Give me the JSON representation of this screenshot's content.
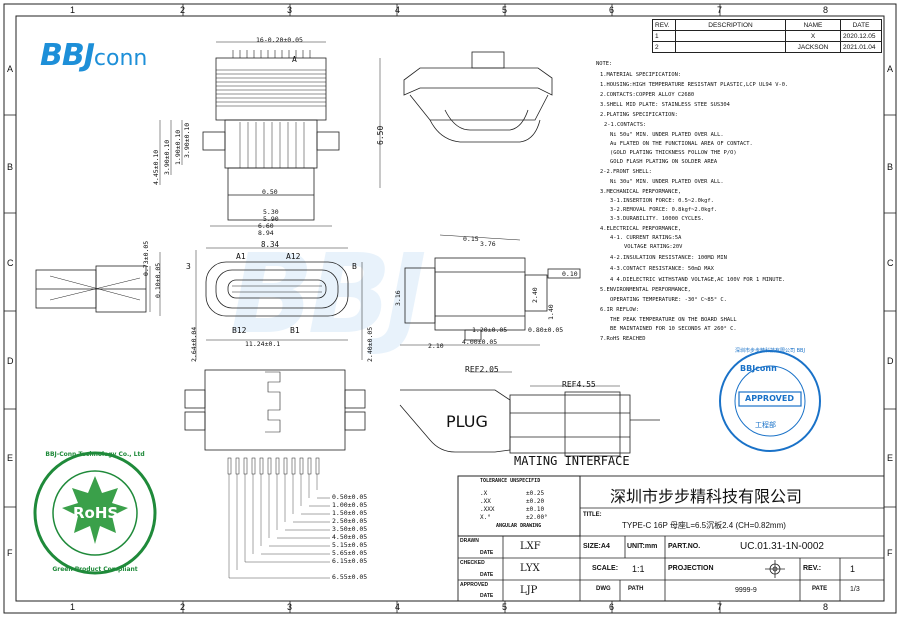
{
  "logo": {
    "bbj": "BBJ",
    "conn": "conn"
  },
  "zone_cols": [
    "1",
    "2",
    "3",
    "4",
    "5",
    "6",
    "7",
    "8"
  ],
  "zone_rows": [
    "A",
    "B",
    "C",
    "D",
    "E",
    "F"
  ],
  "rev_table": {
    "headers": [
      "REV.",
      "DESCRIPTION",
      "NAME",
      "DATE"
    ],
    "rows": [
      [
        "1",
        "",
        "X",
        "2020.12.05"
      ],
      [
        "2",
        "",
        "JACKSON",
        "2021.01.04"
      ]
    ]
  },
  "notes": [
    "NOTE:",
    "1.MATERIAL SPECIFICATION:",
    "1.HOUSING:HIGH TEMPERATURE RESISTANT PLASTIC,LCP UL94 V-0.",
    "2.CONTACTS:COPPER ALLOY C2680",
    "3.SHELL MID PLATE: STAINLESS STEE SUS304",
    "2.PLATING SPECIFICATION:",
    "2-1.CONTACTS:",
    "Ni 50u\" MIN. UNDER PLATED OVER ALL.",
    "Au FLATED ON THE FUNCTIONAL AREA OF CONTACT.",
    "(GOLD PLATING THICKNESS FOLLOW THE P/O)",
    "GOLD FLASH PLATING ON SOLDER AREA",
    "2-2.FRONT SHELL:",
    "Ni 30u\" MIN. UNDER PLATED OVER ALL.",
    "3.MECHANICAL PERFORMANCE,",
    "3-1.INSERTION FORCE: 0.5~2.0kgf.",
    "3-2.REMOVAL FORCE: 0.8kgf~2.0kgf.",
    "3-3.DURABILITY. 10000 CYCLES.",
    "4.ELECTRICAL PERFORMANCE,",
    "4-1. CURRENT RATING:5A",
    "VOLTAGE RATING:20V",
    "4-2.INSULATION RESISTANCE: 100MΩ MIN",
    "4-3.CONTACT RESISTANCE: 50mΩ MAX",
    "4 4.DIELECTRIC WITHSTAND VOLTAGE,AC 100V FOR 1 MINUTE.",
    "5.ENVIRONMENTAL PERFORMANCE,",
    "OPERATING TEMPERATURE: -30° C~85° C.",
    "6.IR REFLOW:",
    "THE PEAK TEMPERATURE ON THE BOARD SHALL",
    "BE MAINTAINED FOR 10 SECONDS AT 260° C.",
    "7.RoHS REACHED"
  ],
  "dims": {
    "top_width": "16-0.20±0.05",
    "label_a": "A",
    "h650": "6.50",
    "v445": "4.45±0.10",
    "v390": "3.90±0.10",
    "v190": "1.90±0.10",
    "v390b": "3.90±0.10",
    "d050": "0.50",
    "d530": "5.30",
    "d590": "5.90",
    "d660": "6.60",
    "d894": "8.94",
    "d834": "8.34",
    "d015": "0.15",
    "d376": "3.76",
    "d010": "0.10",
    "d316": "3.16",
    "d240": "2.40",
    "d140": "1.40",
    "d120": "1.20±0.05",
    "d080": "0.80±0.05",
    "d400": "4.00±0.05",
    "d210": "2.10",
    "d073": "0.73±0.05",
    "d010b": "0.10±0.05",
    "d264": "2.64±0.04",
    "d1124": "11.24±0.1",
    "d240b": "2.40±0.05",
    "a1": "A1",
    "a12": "A12",
    "b12": "B12",
    "b1": "B1",
    "n3": "3",
    "nb": "B",
    "ref205": "REF2.05",
    "ref455": "REF4.55",
    "plug": "PLUG",
    "mating": "MATING INTERFACE",
    "fp": [
      "0.50±0.05",
      "1.00±0.05",
      "1.50±0.05",
      "2.50±0.05",
      "3.50±0.05",
      "4.50±0.05",
      "5.15±0.05",
      "5.65±0.05",
      "6.15±0.05",
      "6.55±0.05"
    ]
  },
  "tolerance": {
    "title": "TOLERANCE UNSPECIFID",
    "rows": [
      [
        ".X",
        "±0.25"
      ],
      [
        ".XX",
        "±0.20"
      ],
      [
        ".XXX",
        "±0.10"
      ],
      [
        "X.°",
        "±2.00°"
      ]
    ],
    "foot": "ANGULAR DRAWING"
  },
  "approved_stamp": {
    "ring_text": "深圳市步步精科技有限公司 BBJ",
    "label": "APPROVED",
    "sub": "工程部"
  },
  "rohs_stamp": {
    "ring_top": "BBJ-Conn Technology Co., Ltd",
    "ring_bottom": "Green Product Compliant",
    "center": "RoHS"
  },
  "title_block": {
    "company": "深圳市步步精科技有限公司",
    "title_label": "TITLE:",
    "title": "TYPE-C 16P 母座L=6.5沉板2.4 (CH=0.82mm)",
    "drawn_label": "DRAWN",
    "checked_label": "CHECKED",
    "approved_label": "APPROVED",
    "date_label": "DATE",
    "drawn_by": "LXF",
    "checked_by": "LYX",
    "approved_by": "LJP",
    "size": "SIZE:A4",
    "unit": "UNIT:mm",
    "part_label": "PART.NO.",
    "part_no": "UC.01.31-1N-0002",
    "scale_label": "SCALE:",
    "scale": "1:1",
    "projection_label": "PROJECTION",
    "rev_label": "REV.:",
    "rev": "1",
    "dwg_label": "DWG",
    "path_label": "PATH",
    "path": "9999-9",
    "page_label": "PATE",
    "page": "1/3"
  }
}
